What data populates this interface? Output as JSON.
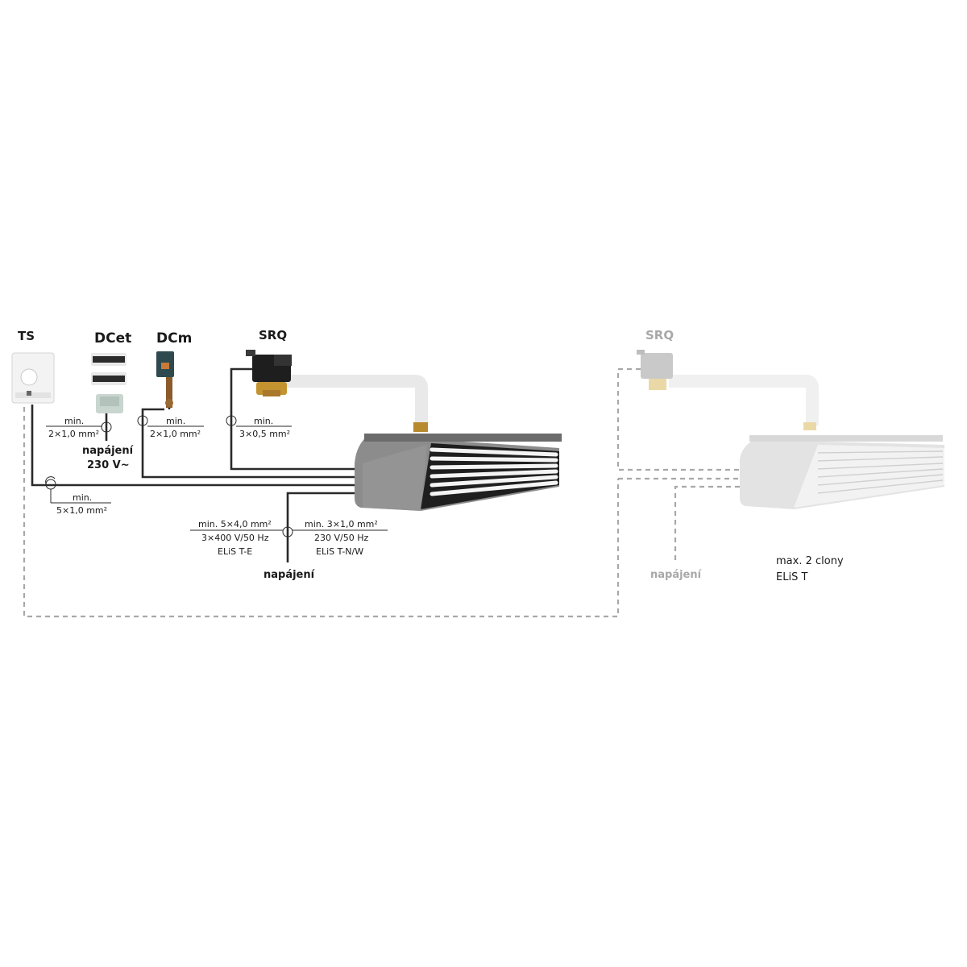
{
  "labels": {
    "ts": "TS",
    "dcet": "DCet",
    "dcm": "DCm",
    "srq_main": "SRQ",
    "srq_ghost": "SRQ"
  },
  "cables": {
    "dcet_min": "min.",
    "dcet_spec": "2×1,0 mm²",
    "dcet_power_1": "napájení",
    "dcet_power_2": "230 V~",
    "dcm_min": "min.",
    "dcm_spec": "2×1,0 mm²",
    "srq_min": "min.",
    "srq_spec": "3×0,5 mm²",
    "ts_min": "min.",
    "ts_spec": "5×1,0 mm²",
    "left_supply_1": "min. 5×4,0 mm²",
    "left_supply_2": "3×400 V/50 Hz",
    "left_supply_3": "ELiS T-E",
    "right_supply_1": "min. 3×1,0 mm²",
    "right_supply_2": "230 V/50 Hz",
    "right_supply_3": "ELiS T-N/W",
    "main_power": "napájení",
    "ghost_power": "napájení"
  },
  "note": {
    "line1": "max. 2 clony",
    "line2": "ELiS T"
  },
  "colors": {
    "wire": "#2a2a2a",
    "ghost": "#a8a8a8",
    "curtain_body": "#8a8a8a",
    "curtain_ghost": "#e6e6e6"
  }
}
